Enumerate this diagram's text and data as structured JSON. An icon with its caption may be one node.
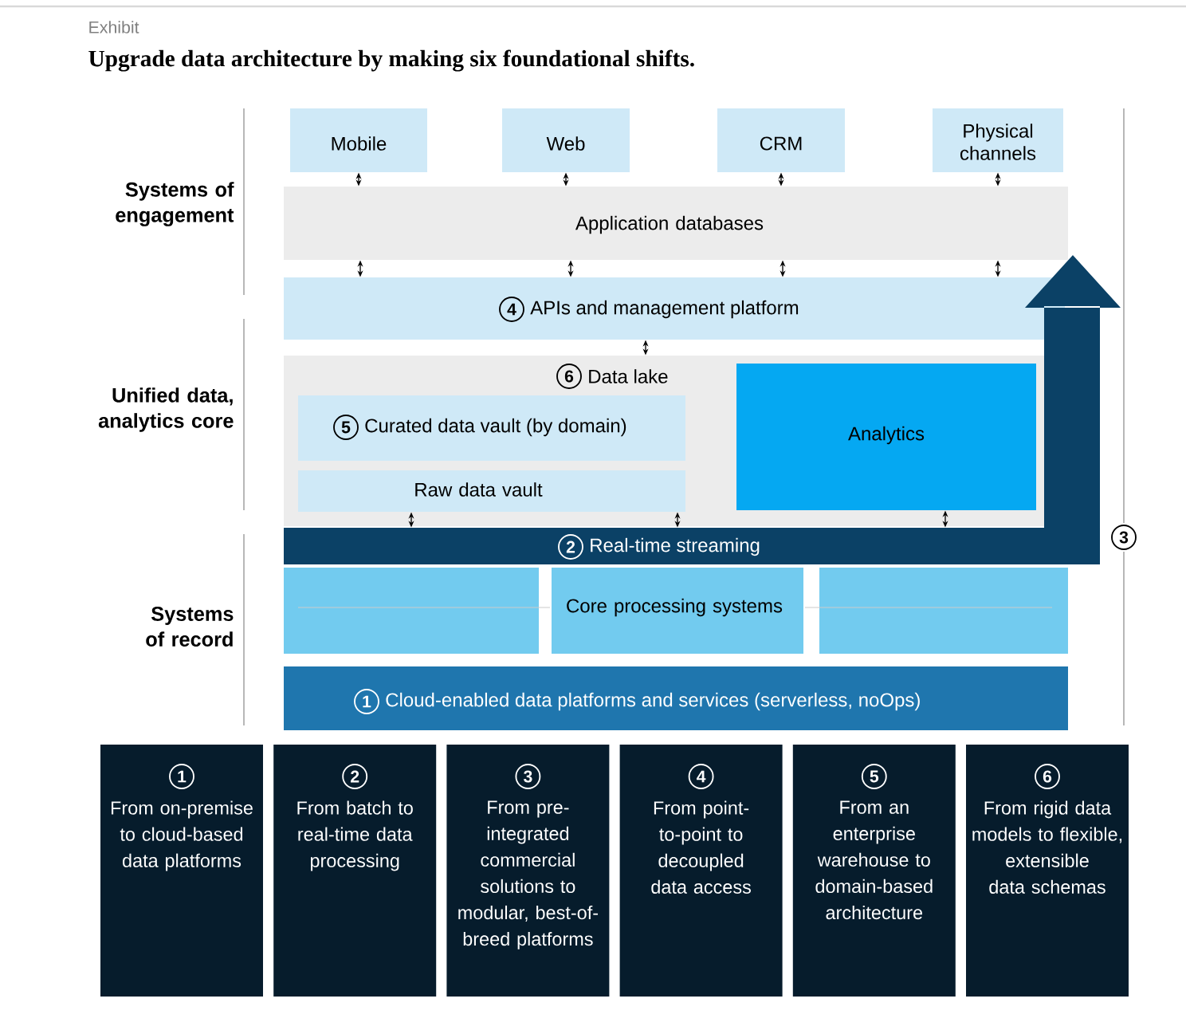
{
  "diagram": {
    "title": "Upgrade data architecture by making six foundational shifts.",
    "nodes": [
      {
        "text": [
          "Mobile"
        ]
      },
      {
        "text": [
          "Web"
        ]
      },
      {
        "text": [
          "CRM"
        ]
      },
      {
        "text": [
          "Physical channels"
        ]
      },
      {
        "text": [
          "Application databases"
        ]
      },
      {
        "text": [
          "4",
          "APIs and management platform"
        ]
      },
      {
        "text": [
          "6",
          "Data lake"
        ]
      },
      {
        "text": [
          "5",
          "Curated data vault (by domain)"
        ],
        "in": 6
      },
      {
        "text": [
          "Raw data vault"
        ],
        "in": 6
      },
      {
        "text": [
          "Analytics"
        ],
        "in": 6
      },
      {
        "text": [
          "2",
          "Real-time streaming"
        ]
      },
      {
        "text": [
          "Core processing systems"
        ]
      },
      {
        "text": [
          "1",
          "Cloud-enabled data platforms and services (serverless, noOps)"
        ]
      },
      {
        "text": [
          "1",
          "From on-premise to cloud-based data platforms"
        ]
      },
      {
        "text": [
          "2",
          "From batch to real-time data processing"
        ]
      },
      {
        "text": [
          "3",
          "From pre-integrated commercial solutions to modular, best-of-breed platforms"
        ]
      },
      {
        "text": [
          "4",
          "From point-to-point to decoupled data access"
        ]
      },
      {
        "text": [
          "5",
          "From an enterprise warehouse to domain-based architecture"
        ]
      },
      {
        "text": [
          "6",
          "From rigid data models to flexible, extensible data schemas"
        ]
      }
    ],
    "edges": [
      {
        "from": 0,
        "to": 4,
        "arrow": "both"
      },
      {
        "from": 1,
        "to": 4,
        "arrow": "both"
      },
      {
        "from": 2,
        "to": 4,
        "arrow": "both"
      },
      {
        "from": 3,
        "to": 4,
        "arrow": "both"
      },
      {
        "from": 4,
        "to": 5,
        "arrow": "both"
      },
      {
        "from": 4,
        "to": 5,
        "arrow": "both"
      },
      {
        "from": 4,
        "to": 5,
        "arrow": "both"
      },
      {
        "from": 4,
        "to": 5,
        "arrow": "both"
      },
      {
        "from": 5,
        "to": 6,
        "arrow": "both"
      },
      {
        "from": 8,
        "to": 10,
        "arrow": "both"
      },
      {
        "from": 8,
        "to": 10,
        "arrow": "both"
      },
      {
        "from": 9,
        "to": 10,
        "arrow": "both"
      }
    ],
    "labels": [
      "Exhibit",
      "Systems of engagement",
      "Unified data, analytics core",
      "Systems of record",
      "3"
    ]
  }
}
